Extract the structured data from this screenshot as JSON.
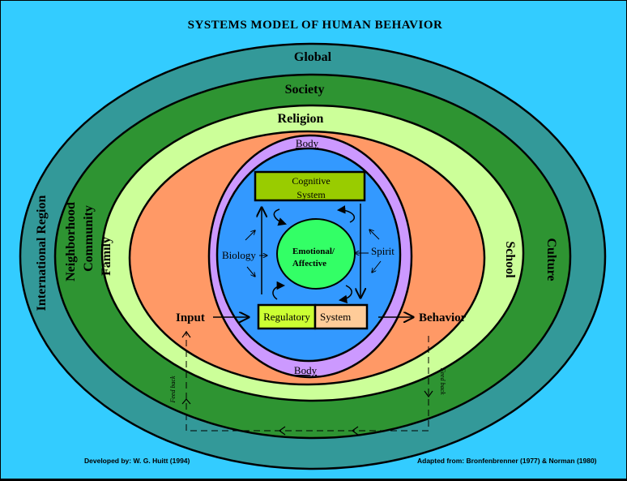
{
  "title": "SYSTEMS MODEL OF HUMAN BEHAVIOR",
  "colors": {
    "background": "#33ccff",
    "global_ring": "#339999",
    "society_ring": "#2e9432",
    "religion_ring": "#ccff99",
    "family_ring": "#ff9966",
    "body_ring": "#cc99ff",
    "core": "#3399ff",
    "cognitive_box": "#99cc00",
    "regulatory_box": "#ccff33",
    "system_box": "#ffcc99",
    "emotional_circle": "#33ff66"
  },
  "rings": {
    "outer_top": "Global",
    "outer_left": "International Region",
    "outer_right": "Culture",
    "second_top": "Society",
    "second_left_a": "Neighborhood",
    "second_left_b": "Community",
    "third_top": "Religion",
    "third_left": "Family",
    "third_right": "School",
    "body_top": "Body",
    "body_bottom": "Body"
  },
  "core": {
    "cognitive_line1": "Cognitive",
    "cognitive_line2": "System",
    "emotional_line1": "Emotional/",
    "emotional_line2": "Affective",
    "biology": "Biology",
    "spirit": "Spirit",
    "regulatory": "Regulatory",
    "system": "System"
  },
  "flow": {
    "input": "Input",
    "behavior": "Behavior",
    "feedback_left": "Feed back",
    "feedback_right": "Feed back"
  },
  "credits": {
    "developed": "Developed by: W. G. Huitt (1994)",
    "adapted": "Adapted from: Bronfenbrenner (1977) & Norman (1980)"
  }
}
